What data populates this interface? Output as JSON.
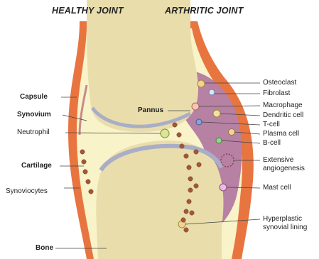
{
  "headers": {
    "healthy": "HEALTHY JOINT",
    "arthritic": "ARTHRITIC JOINT"
  },
  "left_labels": {
    "capsule": "Capsule",
    "synovium": "Synovium",
    "neutrophil": "Neutrophil",
    "cartilage": "Cartilage",
    "synoviocytes": "Synoviocytes",
    "bone": "Bone"
  },
  "center_labels": {
    "pannus": "Pannus"
  },
  "right_labels": {
    "osteoclast": "Osteoclast",
    "fibroblast": "Fibrolast",
    "macrophage": "Macrophage",
    "dendritic_cell": "Dendritic cell",
    "t_cell": "T-cell",
    "plasma_cell": "Plasma cell",
    "b_cell": "B-cell",
    "angiogenesis": "Extensive angiogenesis",
    "mast_cell": "Mast cell",
    "hyperplastic": "Hyperplastic synovial lining"
  },
  "colors": {
    "capsule": "#e8753f",
    "synovial_fluid": "#f9f3c9",
    "bone": "#e9ddac",
    "cartilage": "#a9aec6",
    "pannus": "#b681a3",
    "rbc": "#a25838"
  }
}
